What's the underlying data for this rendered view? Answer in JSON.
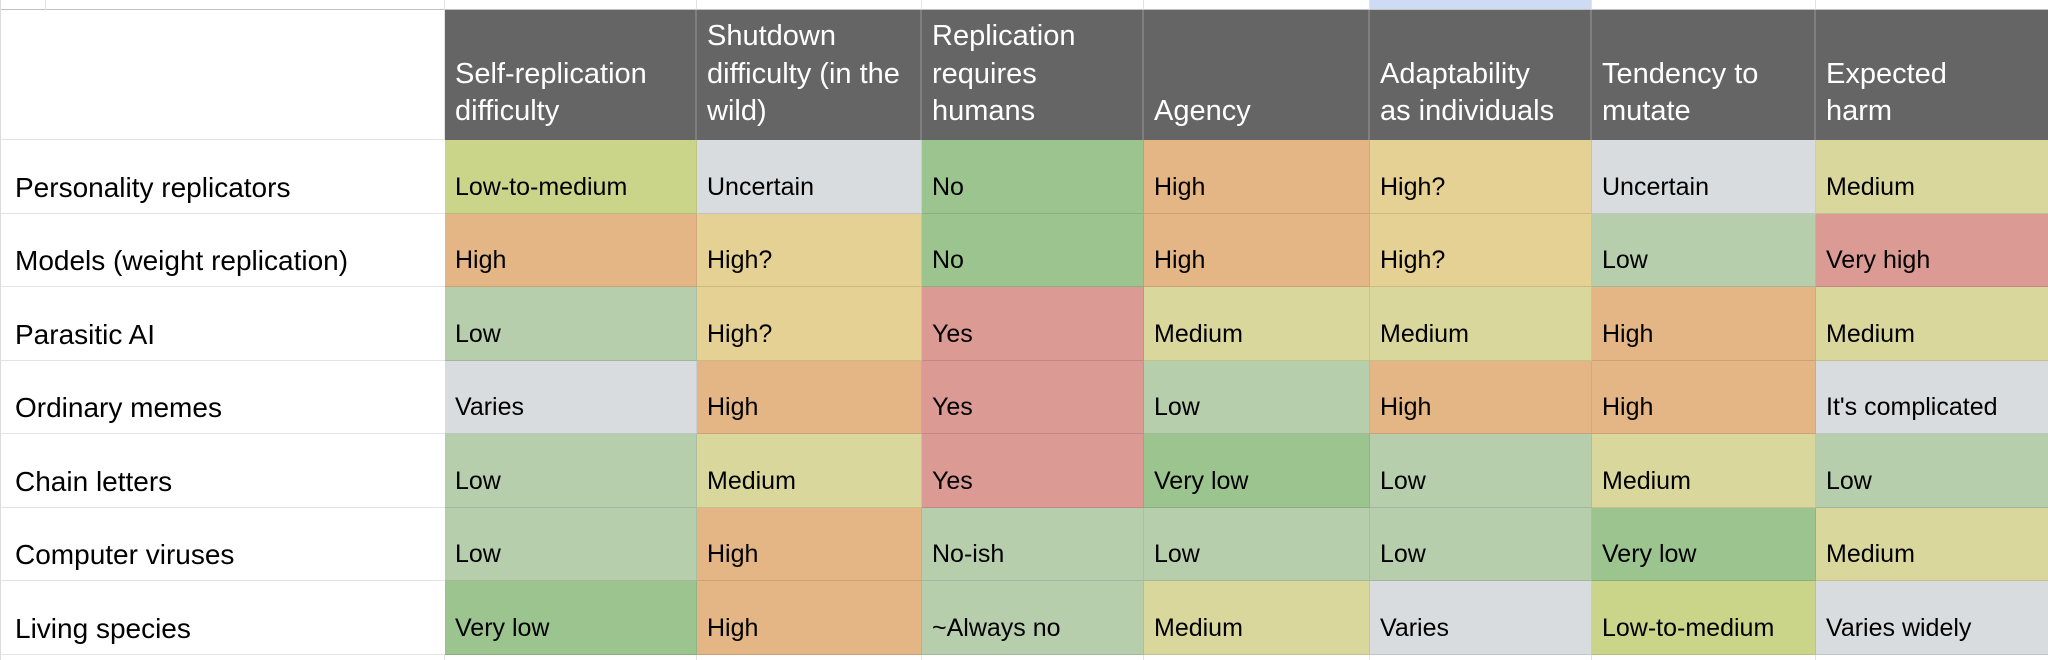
{
  "palette": {
    "green": "#9cc48f",
    "light_green": "#b7cead",
    "yellow_green": "#cbd58a",
    "khaki": "#d9d79c",
    "gold": "#e5d193",
    "orange": "#e4b685",
    "red": "#db9a93",
    "gray": "#d8dcdf",
    "header_bg": "#656565",
    "header_text": "#ffffff",
    "selection_blue": "#cddcf4"
  },
  "table": {
    "corner": "",
    "columns": [
      "Self-replication difficulty",
      "Shutdown difficulty (in the wild)",
      "Replication requires humans",
      "Agency",
      "Adaptability as individuals",
      "Tendency to mutate",
      "Expected harm"
    ],
    "rows": [
      {
        "label": "Personality replicators",
        "cells": [
          {
            "t": "Low-to-medium",
            "c": "yellow_green"
          },
          {
            "t": "Uncertain",
            "c": "gray"
          },
          {
            "t": "No",
            "c": "green"
          },
          {
            "t": "High",
            "c": "orange"
          },
          {
            "t": "High?",
            "c": "gold"
          },
          {
            "t": "Uncertain",
            "c": "gray"
          },
          {
            "t": "Medium",
            "c": "khaki"
          }
        ]
      },
      {
        "label": "Models (weight replication)",
        "cells": [
          {
            "t": "High",
            "c": "orange"
          },
          {
            "t": "High?",
            "c": "gold"
          },
          {
            "t": "No",
            "c": "green"
          },
          {
            "t": "High",
            "c": "orange"
          },
          {
            "t": "High?",
            "c": "gold"
          },
          {
            "t": "Low",
            "c": "light_green"
          },
          {
            "t": "Very high",
            "c": "red"
          }
        ]
      },
      {
        "label": "Parasitic AI",
        "cells": [
          {
            "t": "Low",
            "c": "light_green"
          },
          {
            "t": "High?",
            "c": "gold"
          },
          {
            "t": "Yes",
            "c": "red"
          },
          {
            "t": "Medium",
            "c": "khaki"
          },
          {
            "t": "Medium",
            "c": "khaki"
          },
          {
            "t": "High",
            "c": "orange"
          },
          {
            "t": "Medium",
            "c": "khaki"
          }
        ]
      },
      {
        "label": "Ordinary memes",
        "cells": [
          {
            "t": "Varies",
            "c": "gray"
          },
          {
            "t": "High",
            "c": "orange"
          },
          {
            "t": "Yes",
            "c": "red"
          },
          {
            "t": "Low",
            "c": "light_green"
          },
          {
            "t": "High",
            "c": "orange"
          },
          {
            "t": "High",
            "c": "orange"
          },
          {
            "t": "It's complicated",
            "c": "gray"
          }
        ]
      },
      {
        "label": "Chain letters",
        "cells": [
          {
            "t": "Low",
            "c": "light_green"
          },
          {
            "t": "Medium",
            "c": "khaki"
          },
          {
            "t": "Yes",
            "c": "red"
          },
          {
            "t": "Very low",
            "c": "green"
          },
          {
            "t": "Low",
            "c": "light_green"
          },
          {
            "t": "Medium",
            "c": "khaki"
          },
          {
            "t": "Low",
            "c": "light_green"
          }
        ]
      },
      {
        "label": "Computer viruses",
        "cells": [
          {
            "t": "Low",
            "c": "light_green"
          },
          {
            "t": "High",
            "c": "orange"
          },
          {
            "t": "No-ish",
            "c": "light_green"
          },
          {
            "t": "Low",
            "c": "light_green"
          },
          {
            "t": "Low",
            "c": "light_green"
          },
          {
            "t": "Very low",
            "c": "green"
          },
          {
            "t": "Medium",
            "c": "khaki"
          }
        ]
      },
      {
        "label": "Living species",
        "cells": [
          {
            "t": "Very low",
            "c": "green"
          },
          {
            "t": "High",
            "c": "orange"
          },
          {
            "t": "~Always no",
            "c": "light_green"
          },
          {
            "t": "Medium",
            "c": "khaki"
          },
          {
            "t": "Varies",
            "c": "gray"
          },
          {
            "t": "Low-to-medium",
            "c": "yellow_green"
          },
          {
            "t": "Varies widely",
            "c": "gray"
          }
        ]
      }
    ]
  }
}
